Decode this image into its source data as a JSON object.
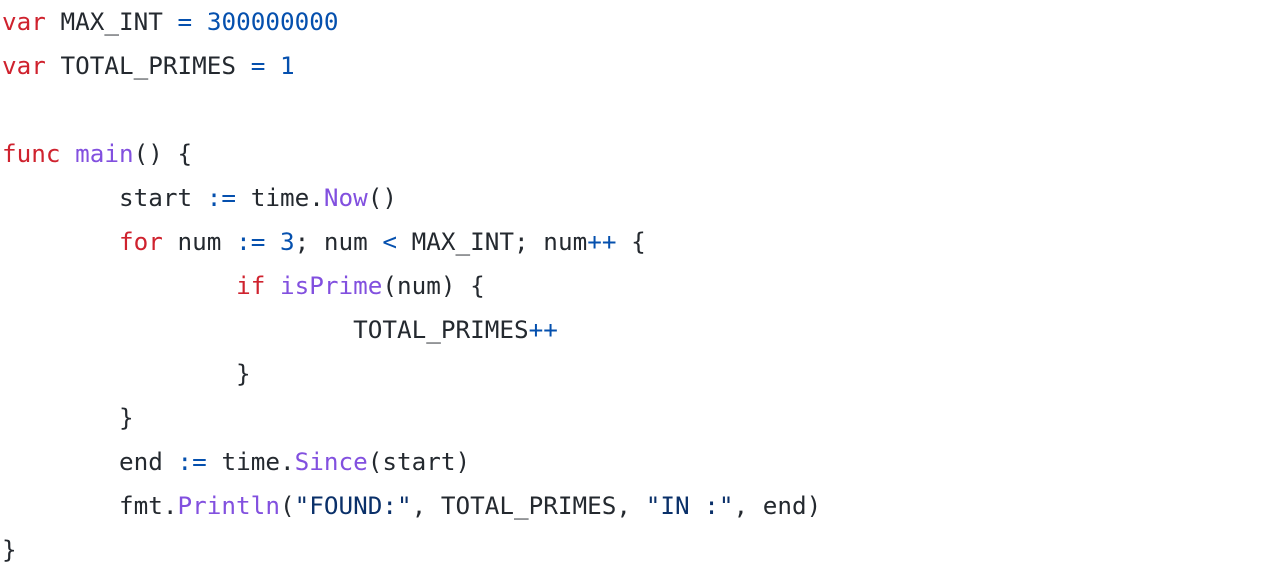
{
  "theme": {
    "keyword_color": "#cf222e",
    "function_color": "#8250df",
    "number_color": "#0550ae",
    "operator_color": "#0550ae",
    "string_color": "#0a3069",
    "text_color": "#24292f",
    "background": "#ffffff"
  },
  "code": {
    "lines": [
      [
        {
          "t": "var",
          "k": "kw"
        },
        {
          "t": " MAX_INT ",
          "k": "plain"
        },
        {
          "t": "=",
          "k": "op"
        },
        {
          "t": " ",
          "k": "plain"
        },
        {
          "t": "300000000",
          "k": "num"
        }
      ],
      [
        {
          "t": "var",
          "k": "kw"
        },
        {
          "t": " TOTAL_PRIMES ",
          "k": "plain"
        },
        {
          "t": "=",
          "k": "op"
        },
        {
          "t": " ",
          "k": "plain"
        },
        {
          "t": "1",
          "k": "num"
        }
      ],
      [],
      [
        {
          "t": "func",
          "k": "kw"
        },
        {
          "t": " ",
          "k": "plain"
        },
        {
          "t": "main",
          "k": "fn"
        },
        {
          "t": "() {",
          "k": "plain"
        }
      ],
      [
        {
          "t": "        start ",
          "k": "plain"
        },
        {
          "t": ":=",
          "k": "op"
        },
        {
          "t": " time.",
          "k": "plain"
        },
        {
          "t": "Now",
          "k": "fn"
        },
        {
          "t": "()",
          "k": "plain"
        }
      ],
      [
        {
          "t": "        ",
          "k": "plain"
        },
        {
          "t": "for",
          "k": "kw"
        },
        {
          "t": " num ",
          "k": "plain"
        },
        {
          "t": ":=",
          "k": "op"
        },
        {
          "t": " ",
          "k": "plain"
        },
        {
          "t": "3",
          "k": "num"
        },
        {
          "t": "; num ",
          "k": "plain"
        },
        {
          "t": "<",
          "k": "op"
        },
        {
          "t": " MAX_INT; num",
          "k": "plain"
        },
        {
          "t": "++",
          "k": "op"
        },
        {
          "t": " {",
          "k": "plain"
        }
      ],
      [
        {
          "t": "                ",
          "k": "plain"
        },
        {
          "t": "if",
          "k": "kw"
        },
        {
          "t": " ",
          "k": "plain"
        },
        {
          "t": "isPrime",
          "k": "fn"
        },
        {
          "t": "(num) {",
          "k": "plain"
        }
      ],
      [
        {
          "t": "                        TOTAL_PRIMES",
          "k": "plain"
        },
        {
          "t": "++",
          "k": "op"
        }
      ],
      [
        {
          "t": "                }",
          "k": "plain"
        }
      ],
      [
        {
          "t": "        }",
          "k": "plain"
        }
      ],
      [
        {
          "t": "        end ",
          "k": "plain"
        },
        {
          "t": ":=",
          "k": "op"
        },
        {
          "t": " time.",
          "k": "plain"
        },
        {
          "t": "Since",
          "k": "fn"
        },
        {
          "t": "(start)",
          "k": "plain"
        }
      ],
      [
        {
          "t": "        fmt.",
          "k": "plain"
        },
        {
          "t": "Println",
          "k": "fn"
        },
        {
          "t": "(",
          "k": "plain"
        },
        {
          "t": "\"FOUND:\"",
          "k": "str"
        },
        {
          "t": ", TOTAL_PRIMES, ",
          "k": "plain"
        },
        {
          "t": "\"IN :\"",
          "k": "str"
        },
        {
          "t": ", end)",
          "k": "plain"
        }
      ],
      [
        {
          "t": "}",
          "k": "plain"
        }
      ]
    ]
  }
}
